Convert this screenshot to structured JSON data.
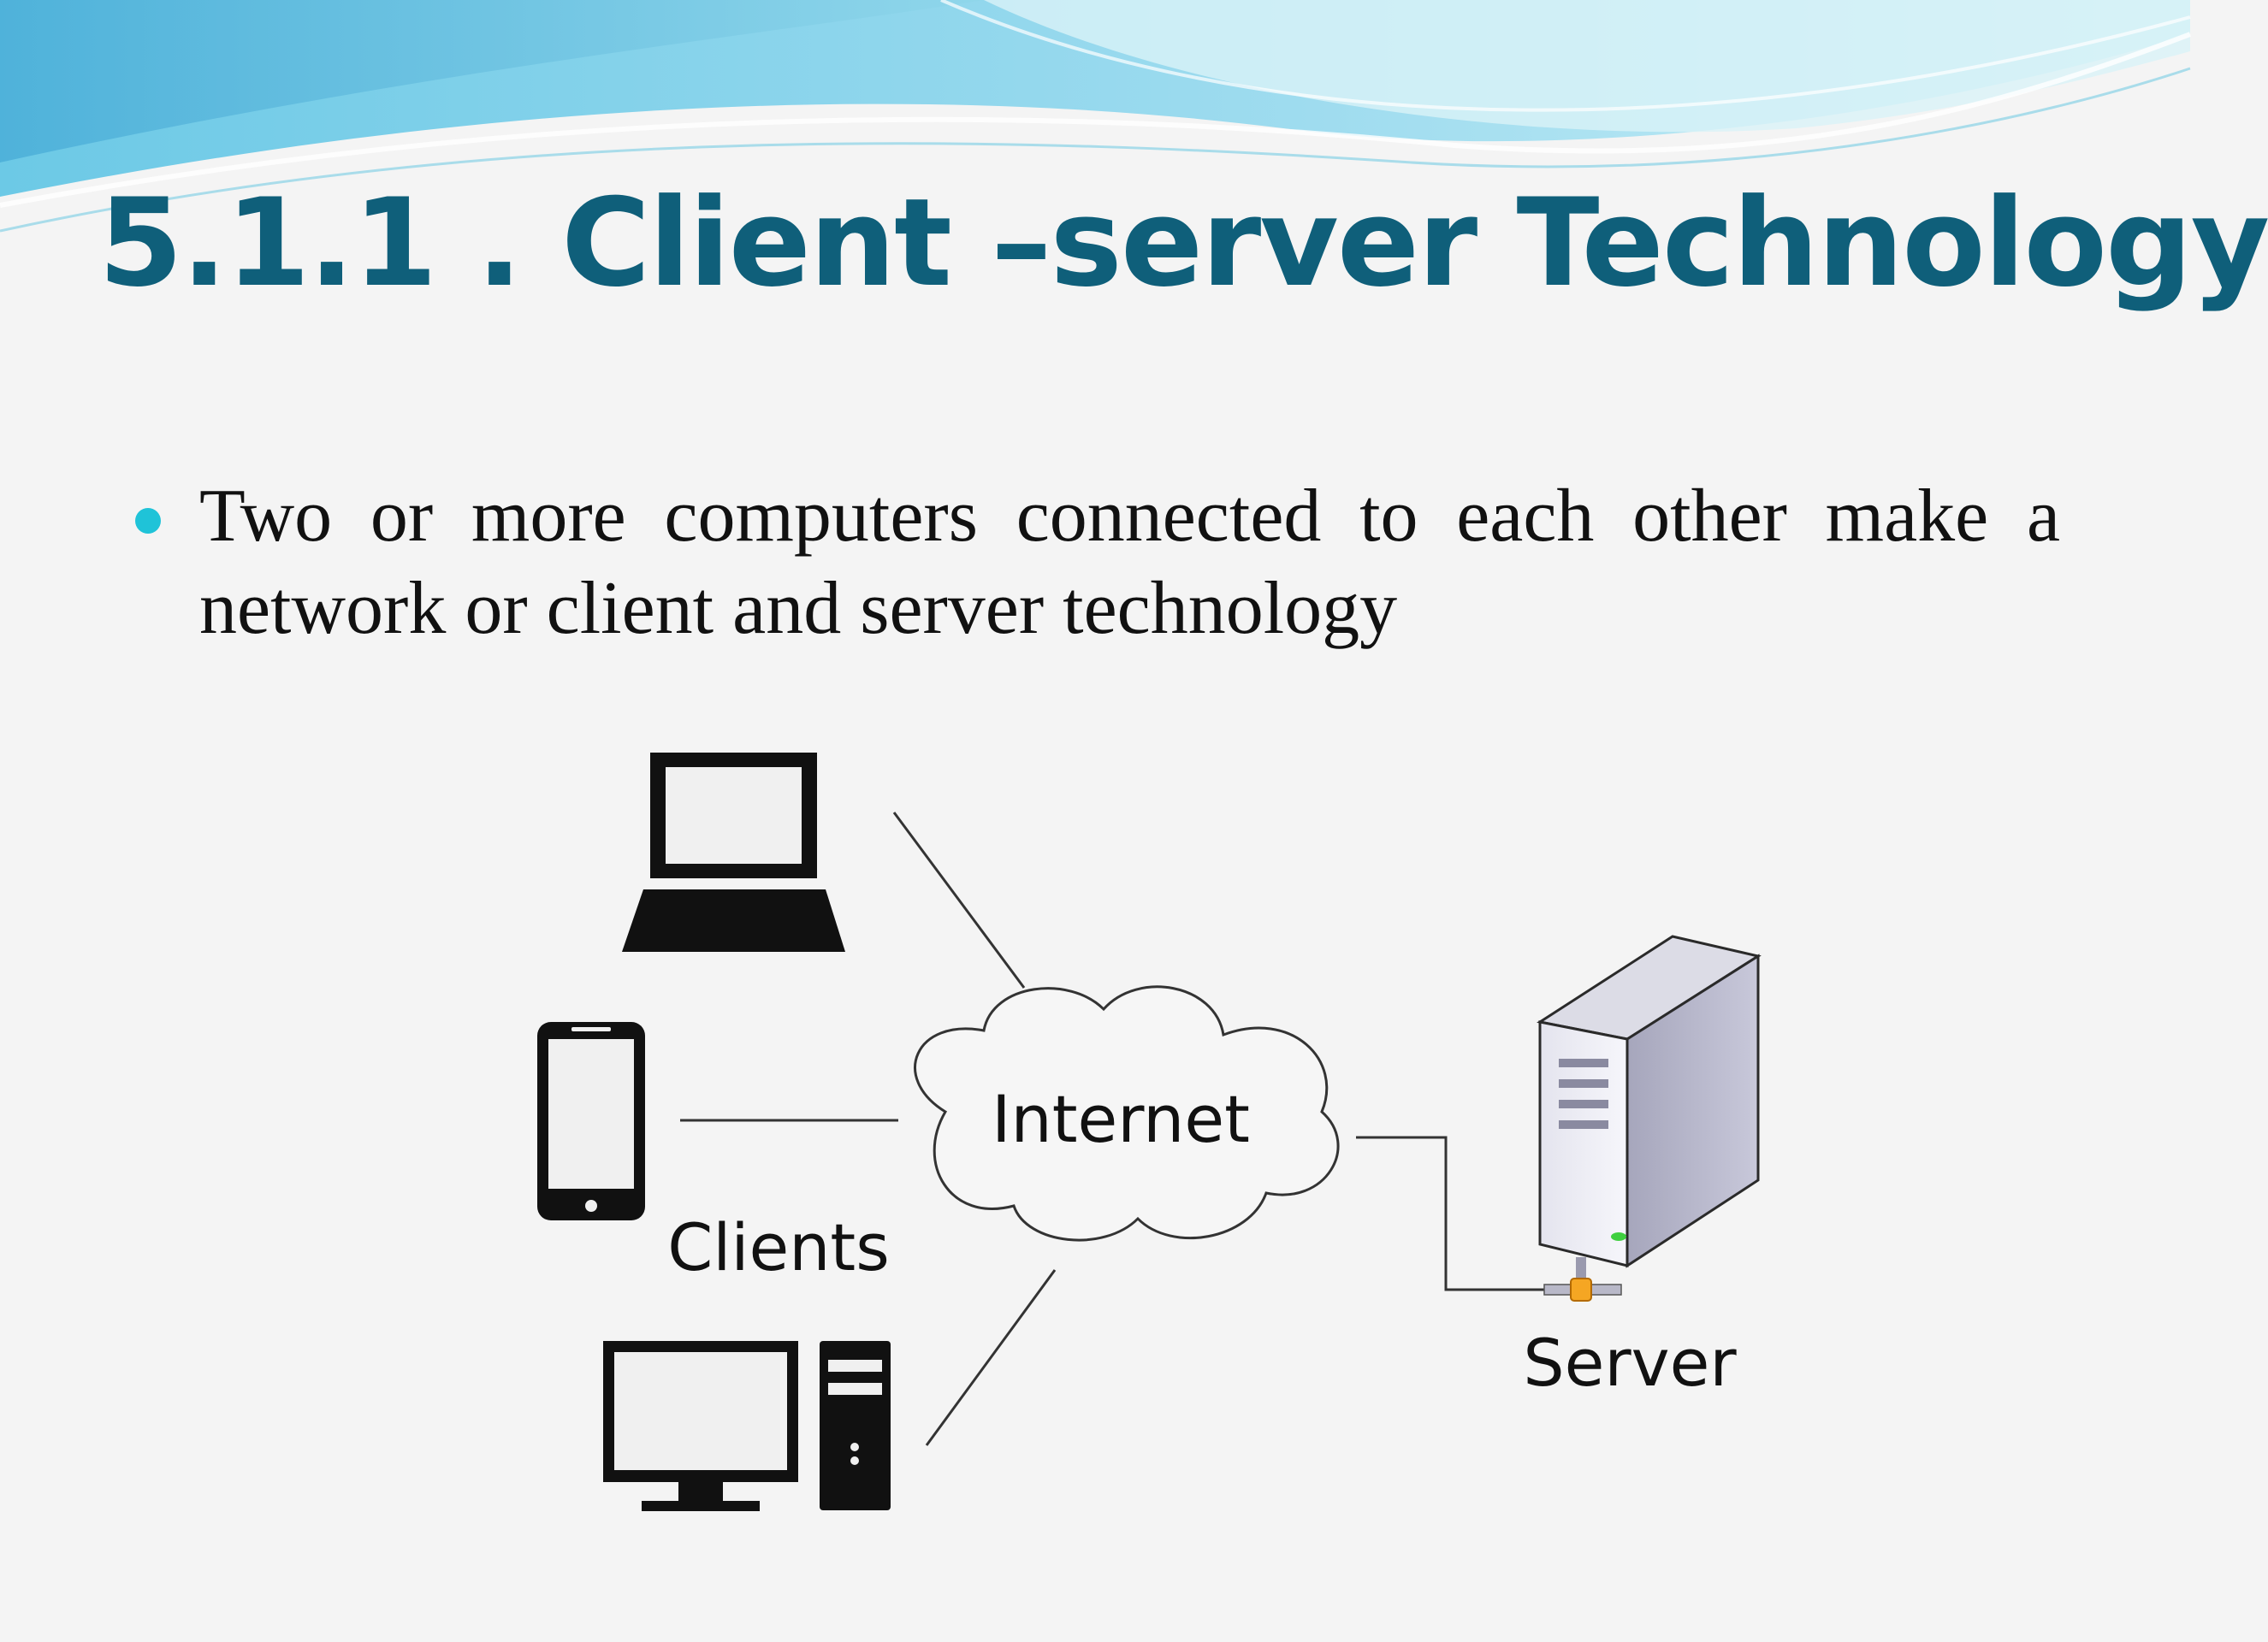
{
  "slide": {
    "title": "5.1.1 . Client –server Technology",
    "bullet": "Two or more computers connected  to each other make a network or client and server technology"
  },
  "diagram": {
    "clients_label": "Clients",
    "internet_label": "Internet",
    "server_label": "Server",
    "client_icons": [
      "laptop-icon",
      "smartphone-icon",
      "desktop-computer-icon"
    ],
    "server_icon": "server-tower-icon"
  },
  "colors": {
    "title": "#0f5f7a",
    "bullet_dot": "#1fc3d8",
    "wave_light": "#bfeaf3",
    "wave_mid": "#7fcfe6",
    "wave_dark": "#4fb0d6"
  }
}
